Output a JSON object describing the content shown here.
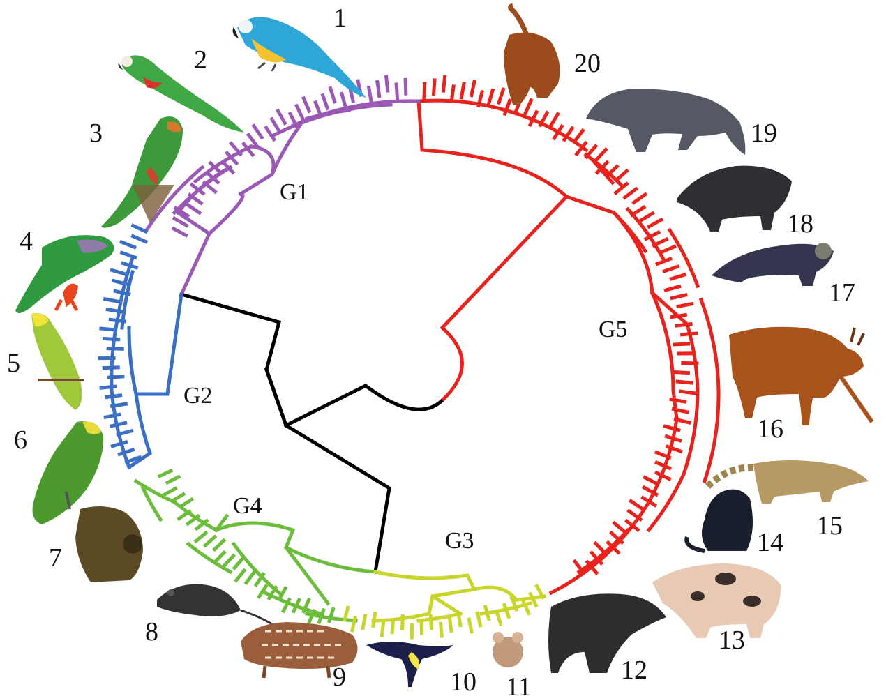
{
  "groups": [
    {
      "label": "G1",
      "color": "#9b59b6"
    },
    {
      "label": "G2",
      "color": "#3a6fc4"
    },
    {
      "label": "G3",
      "color": "#c8d62b"
    },
    {
      "label": "G4",
      "color": "#6cbd3c"
    },
    {
      "label": "G5",
      "color": "#e8231d"
    }
  ],
  "backbone_color": "#000000",
  "species_numbers": [
    "1",
    "2",
    "3",
    "4",
    "5",
    "6",
    "7",
    "8",
    "9",
    "10",
    "11",
    "12",
    "13",
    "14",
    "15",
    "16",
    "17",
    "18",
    "19",
    "20"
  ]
}
